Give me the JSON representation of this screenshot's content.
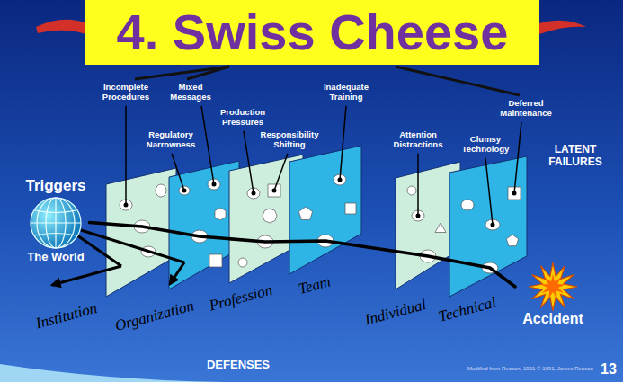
{
  "diagram": {
    "title": "4. Swiss Cheese",
    "nodes": [
      {
        "text": [
          "Triggers",
          "The World"
        ]
      },
      {
        "text": [
          "Accident"
        ]
      }
    ],
    "edges": [
      {
        "from": 0,
        "to": 1,
        "arrow": "none"
      }
    ],
    "labels": [
      "Incomplete Procedures",
      "Mixed Messages",
      "Production Pressures",
      "Regulatory Narrowness",
      "Responsibility Shifting",
      "Inadequate Training",
      "Attention Distractions",
      "Clumsy Technology",
      "Deferred Maintenance",
      "LATENT FAILURES",
      "Institution",
      "Organization",
      "Profession",
      "Team",
      "Individual",
      "Technical",
      "DEFENSES",
      "Modified from Reason, 1991 © 1991, James Reason",
      "13"
    ]
  }
}
